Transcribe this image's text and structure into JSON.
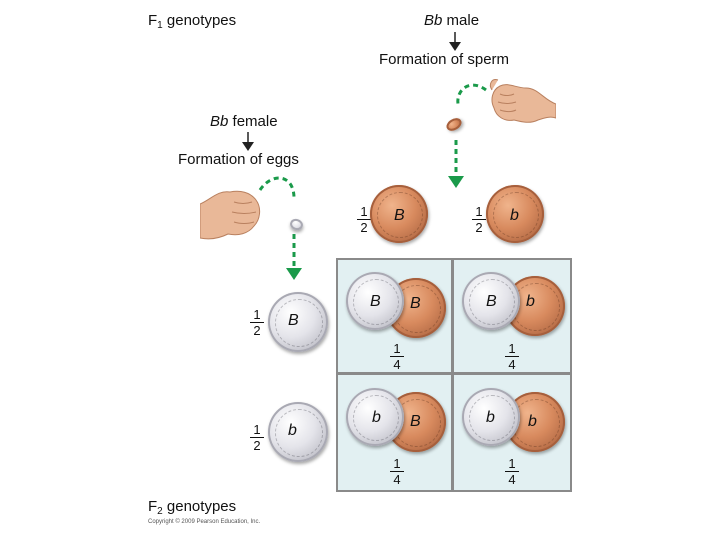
{
  "labels": {
    "f1_prefix": "F",
    "f1_sub": "1",
    "f1_suffix": " genotypes",
    "f2_prefix": "F",
    "f2_sub": "2",
    "f2_suffix": " genotypes",
    "male_allele": "Bb",
    "male_word": " male",
    "sperm": "Formation of sperm",
    "female_allele": "Bb",
    "female_word": " female",
    "eggs": "Formation of eggs",
    "copyright": "Copyright © 2009 Pearson Education, Inc."
  },
  "fractions": {
    "half_num": "1",
    "half_den": "2",
    "quarter_num": "1",
    "quarter_den": "4"
  },
  "sperm": [
    {
      "allele": "B",
      "coin": "penny"
    },
    {
      "allele": "b",
      "coin": "penny"
    }
  ],
  "eggs": [
    {
      "allele": "B",
      "coin": "dime"
    },
    {
      "allele": "b",
      "coin": "dime"
    }
  ],
  "offspring": [
    {
      "egg": "B",
      "sperm": "B",
      "prob": "1/4"
    },
    {
      "egg": "B",
      "sperm": "b",
      "prob": "1/4"
    },
    {
      "egg": "b",
      "sperm": "B",
      "prob": "1/4"
    },
    {
      "egg": "b",
      "sperm": "b",
      "prob": "1/4"
    }
  ],
  "colors": {
    "arrow_green": "#1a9a4a",
    "grid_fill": "#e2f0f2",
    "grid_line": "#8a8a8a",
    "penny": "#d88a5e",
    "dime": "#c8c8d0",
    "hand": "#e9b898"
  },
  "icons": [
    "hand-icon",
    "penny-icon",
    "dime-icon",
    "down-arrow-icon"
  ]
}
